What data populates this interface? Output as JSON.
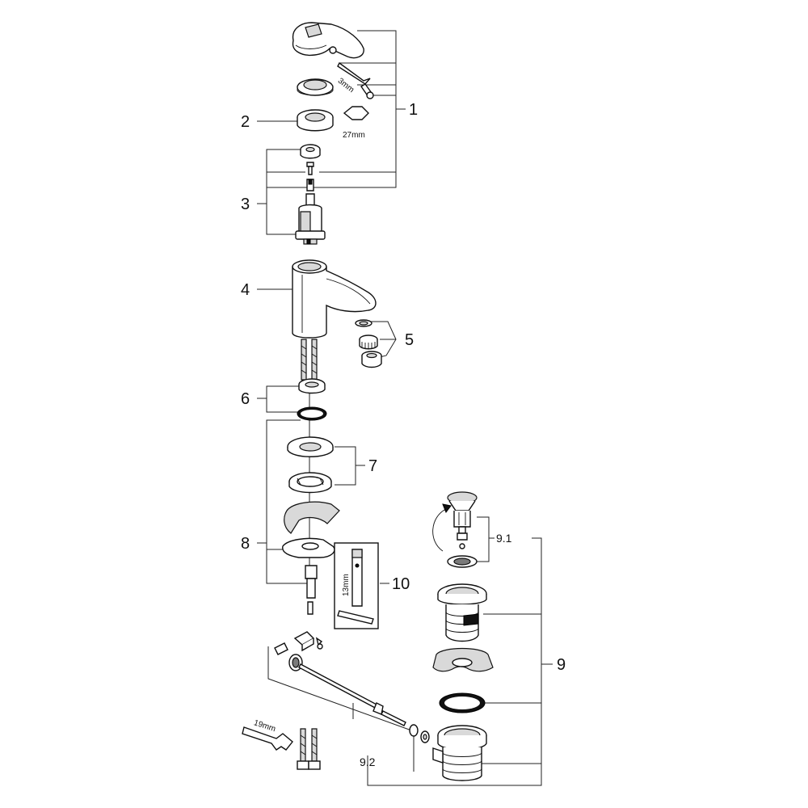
{
  "callouts": {
    "c1": "1",
    "c2": "2",
    "c3": "3",
    "c4": "4",
    "c5": "5",
    "c6": "6",
    "c7": "7",
    "c8": "8",
    "c9": "9",
    "c9_1": "9.1",
    "c9_2": "9.2",
    "c10": "10"
  },
  "dimensions": {
    "hex_key_3mm": "3mm",
    "hex_nut_27mm": "27mm",
    "wrench_13mm": "13mm",
    "wrench_19mm": "19mm"
  },
  "icons": {
    "hex_nut": "hexagon-icon",
    "wrench": "open-end-wrench-icon",
    "rotate": "curved-arrow-icon"
  }
}
